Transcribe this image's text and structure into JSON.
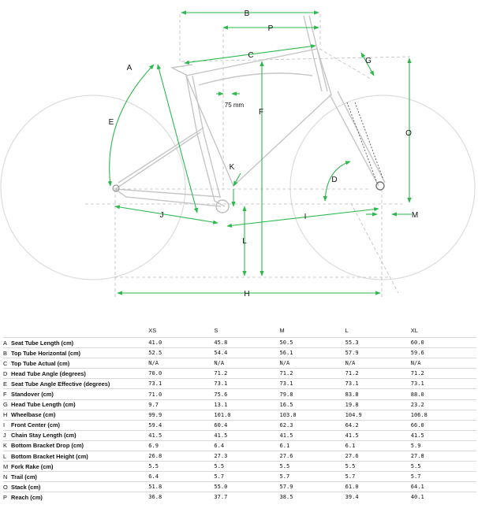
{
  "diagram": {
    "labels": {
      "A": "A",
      "B": "B",
      "C": "C",
      "D": "D",
      "E": "E",
      "F": "F",
      "G": "G",
      "H": "H",
      "I": "I",
      "J": "J",
      "K": "K",
      "L": "L",
      "M": "M",
      "O": "O",
      "P": "P"
    },
    "annotation": "75 mm",
    "colors": {
      "dimension": "#2db84d",
      "frame": "#c9c9c9",
      "wheel": "#dddddd"
    }
  },
  "table": {
    "sizes": [
      "XS",
      "S",
      "M",
      "L",
      "XL"
    ],
    "rows": [
      {
        "letter": "A",
        "name": "Seat Tube Length (cm)",
        "values": [
          "41.0",
          "45.8",
          "50.5",
          "55.3",
          "60.0"
        ]
      },
      {
        "letter": "B",
        "name": "Top Tube Horizontal (cm)",
        "values": [
          "52.5",
          "54.4",
          "56.1",
          "57.9",
          "59.6"
        ]
      },
      {
        "letter": "C",
        "name": "Top Tube Actual (cm)",
        "values": [
          "N/A",
          "N/A",
          "N/A",
          "N/A",
          "N/A"
        ]
      },
      {
        "letter": "D",
        "name": "Head Tube Angle (degrees)",
        "values": [
          "70.0",
          "71.2",
          "71.2",
          "71.2",
          "71.2"
        ]
      },
      {
        "letter": "E",
        "name": "Seat Tube Angle Effective (degrees)",
        "values": [
          "73.1",
          "73.1",
          "73.1",
          "73.1",
          "73.1"
        ]
      },
      {
        "letter": "F",
        "name": "Standover (cm)",
        "values": [
          "71.0",
          "75.6",
          "79.8",
          "83.8",
          "88.0"
        ]
      },
      {
        "letter": "G",
        "name": "Head Tube Length (cm)",
        "values": [
          "9.7",
          "13.1",
          "16.5",
          "19.8",
          "23.2"
        ]
      },
      {
        "letter": "H",
        "name": "Wheelbase (cm)",
        "values": [
          "99.9",
          "101.0",
          "103.0",
          "104.9",
          "106.8"
        ]
      },
      {
        "letter": "I",
        "name": "Front Center (cm)",
        "values": [
          "59.4",
          "60.4",
          "62.3",
          "64.2",
          "66.0"
        ]
      },
      {
        "letter": "J",
        "name": "Chain Stay Length (cm)",
        "values": [
          "41.5",
          "41.5",
          "41.5",
          "41.5",
          "41.5"
        ]
      },
      {
        "letter": "K",
        "name": "Bottom Bracket Drop (cm)",
        "values": [
          "6.9",
          "6.4",
          "6.1",
          "6.1",
          "5.9"
        ]
      },
      {
        "letter": "L",
        "name": "Bottom Bracket Height (cm)",
        "values": [
          "26.8",
          "27.3",
          "27.6",
          "27.6",
          "27.8"
        ]
      },
      {
        "letter": "M",
        "name": "Fork Rake (cm)",
        "values": [
          "5.5",
          "5.5",
          "5.5",
          "5.5",
          "5.5"
        ]
      },
      {
        "letter": "N",
        "name": "Trail (cm)",
        "values": [
          "6.4",
          "5.7",
          "5.7",
          "5.7",
          "5.7"
        ]
      },
      {
        "letter": "O",
        "name": "Stack (cm)",
        "values": [
          "51.8",
          "55.0",
          "57.9",
          "61.0",
          "64.1"
        ]
      },
      {
        "letter": "P",
        "name": "Reach (cm)",
        "values": [
          "36.8",
          "37.7",
          "38.5",
          "39.4",
          "40.1"
        ]
      }
    ]
  }
}
